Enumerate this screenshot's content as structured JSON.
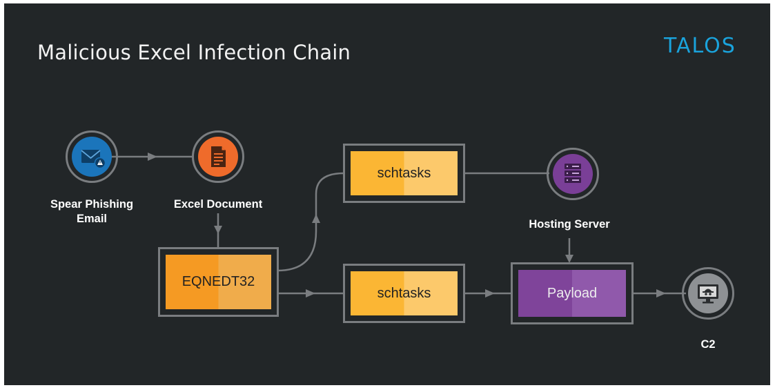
{
  "title": "Malicious Excel Infection Chain",
  "logo": "TALOS",
  "nodes": {
    "email": {
      "label_line1": "Spear Phishing",
      "label_line2": "Email",
      "icon": "envelope-warning-icon",
      "color": "#1b75bb"
    },
    "excel": {
      "label": "Excel Document",
      "icon": "document-icon",
      "color": "#ef6b2b"
    },
    "server": {
      "label": "Hosting Server",
      "icon": "server-icon",
      "color": "#7a3f97"
    },
    "c2": {
      "label": "C2",
      "icon": "spy-monitor-icon",
      "color": "#8e9194"
    }
  },
  "boxes": {
    "eqnedt": "EQNEDT32",
    "schtasks_top": "schtasks",
    "schtasks_bottom": "schtasks",
    "payload": "Payload"
  },
  "colors": {
    "background": "#222628",
    "outline": "#7a7d80",
    "logo": "#1aa3dc"
  }
}
